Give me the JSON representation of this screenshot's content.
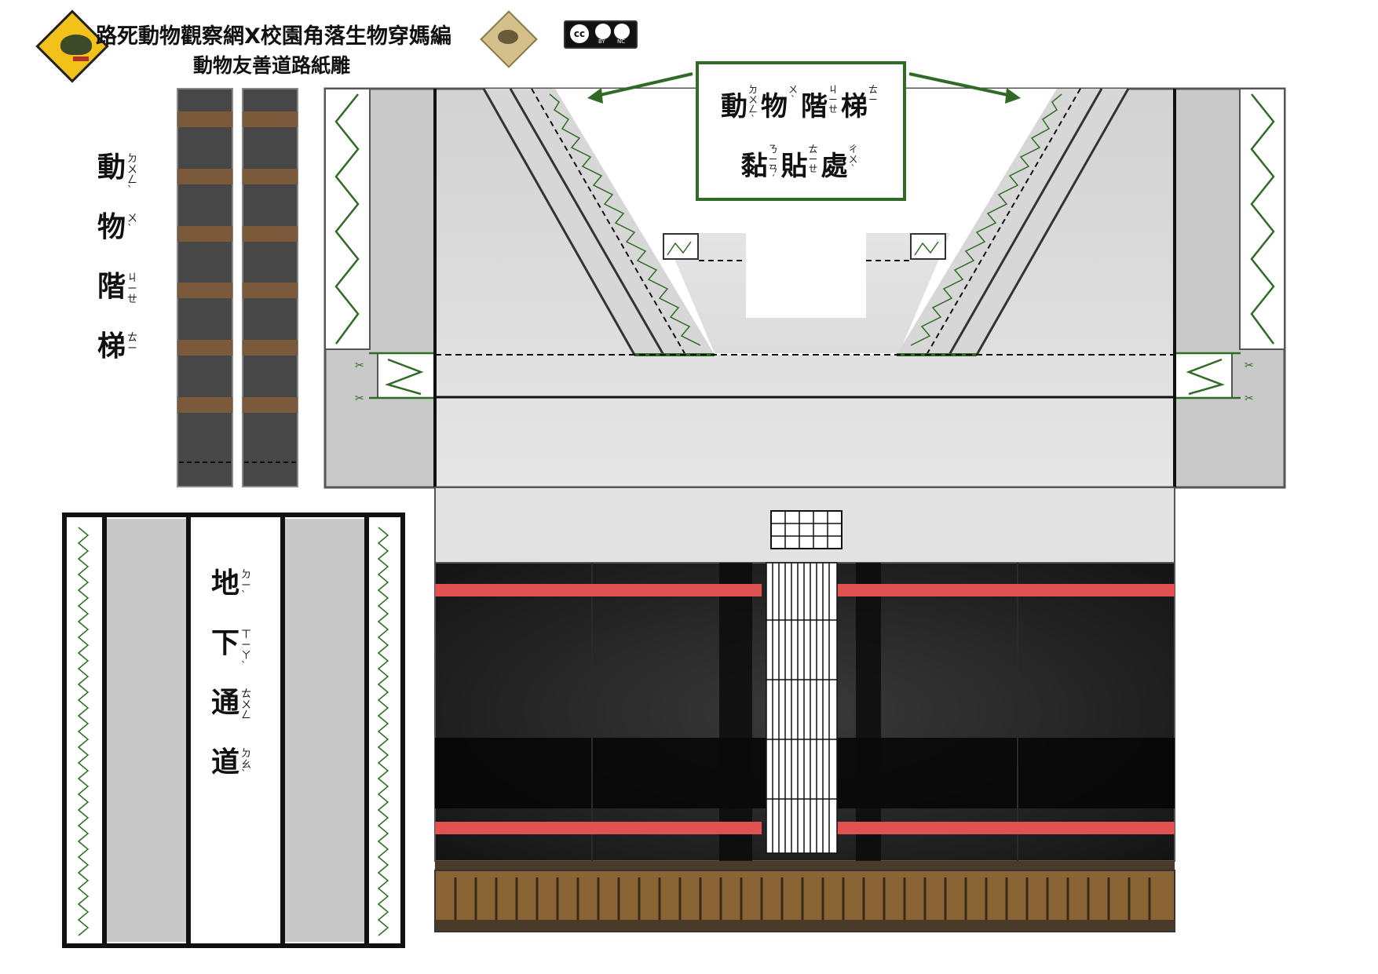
{
  "header": {
    "title_line1": "路死動物觀察網X校園角落生物穿媽編",
    "title_line2": "動物友善道路紙雕"
  },
  "license": {
    "cc_label": "cc",
    "by_label": "BY",
    "nc_label": "NC"
  },
  "stairs_strip": {
    "chars": [
      {
        "char": "動",
        "zhuyin": "ㄉㄨㄥˋ"
      },
      {
        "char": "物",
        "zhuyin": "ㄨˋ"
      },
      {
        "char": "階",
        "zhuyin": "ㄐㄧㄝ"
      },
      {
        "char": "梯",
        "zhuyin": "ㄊㄧ"
      }
    ]
  },
  "underpass_card": {
    "chars": [
      {
        "char": "地",
        "zhuyin": "ㄉㄧˋ"
      },
      {
        "char": "下",
        "zhuyin": "ㄒㄧㄚˋ"
      },
      {
        "char": "通",
        "zhuyin": "ㄊㄨㄥ"
      },
      {
        "char": "道",
        "zhuyin": "ㄉㄠˋ"
      }
    ]
  },
  "callout": {
    "line1": [
      {
        "char": "動",
        "zhuyin": "ㄉㄨㄥˋ"
      },
      {
        "char": "物",
        "zhuyin": "ㄨˋ"
      },
      {
        "char": "階",
        "zhuyin": "ㄐㄧㄝ"
      },
      {
        "char": "梯",
        "zhuyin": "ㄊㄧ"
      }
    ],
    "line2": [
      {
        "char": "黏",
        "zhuyin": "ㄋㄧㄢˊ"
      },
      {
        "char": "貼",
        "zhuyin": "ㄊㄧㄝ"
      },
      {
        "char": "處",
        "zhuyin": "ㄔㄨˋ"
      }
    ]
  },
  "colors": {
    "green": "#2f6b24",
    "red": "#e15252",
    "asphalt": "#1a1a1a",
    "panel_gray": "#c9c9c9",
    "brown": "#8a6434"
  }
}
